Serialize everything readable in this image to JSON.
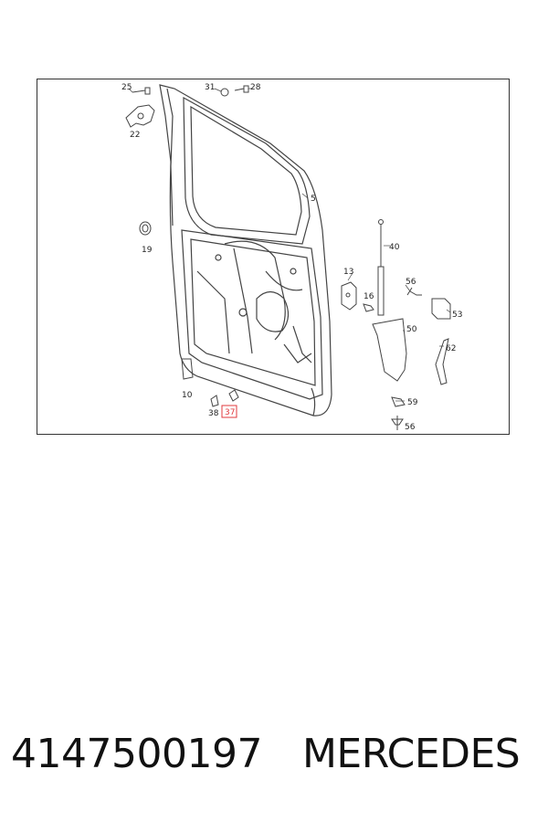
{
  "diagram": {
    "callouts": [
      "25",
      "22",
      "31",
      "28",
      "5",
      "19",
      "40",
      "13",
      "16",
      "56",
      "53",
      "50",
      "62",
      "10",
      "38",
      "37",
      "59",
      "56"
    ],
    "highlighted_callout": "37",
    "highlight_color": "#e0393e"
  },
  "caption": {
    "part_number": "4147500197",
    "brand": "MERCEDES"
  }
}
